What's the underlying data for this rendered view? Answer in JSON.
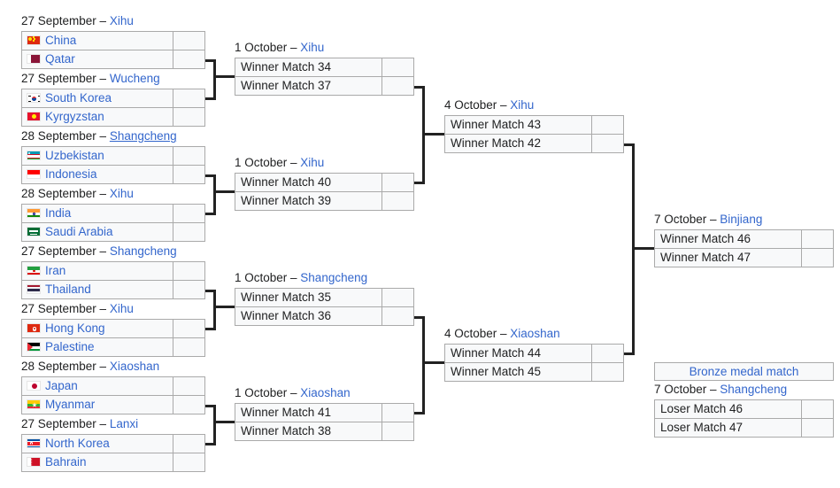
{
  "bracket": {
    "round1": [
      {
        "header": {
          "date": "27 September",
          "venue": "Xihu",
          "underline": false
        },
        "teams": [
          {
            "name": "China",
            "flag": "cn"
          },
          {
            "name": "Qatar",
            "flag": "qa"
          }
        ],
        "scores": [
          "",
          ""
        ]
      },
      {
        "header": {
          "date": "27 September",
          "venue": "Wucheng",
          "underline": false
        },
        "teams": [
          {
            "name": "South Korea",
            "flag": "kr"
          },
          {
            "name": "Kyrgyzstan",
            "flag": "kg"
          }
        ],
        "scores": [
          "",
          ""
        ]
      },
      {
        "header": {
          "date": "28 September",
          "venue": "Shangcheng",
          "underline": true
        },
        "teams": [
          {
            "name": "Uzbekistan",
            "flag": "uz"
          },
          {
            "name": "Indonesia",
            "flag": "id"
          }
        ],
        "scores": [
          "",
          ""
        ]
      },
      {
        "header": {
          "date": "28 September",
          "venue": "Xihu",
          "underline": false
        },
        "teams": [
          {
            "name": "India",
            "flag": "in"
          },
          {
            "name": "Saudi Arabia",
            "flag": "sa"
          }
        ],
        "scores": [
          "",
          ""
        ]
      },
      {
        "header": {
          "date": "27 September",
          "venue": "Shangcheng",
          "underline": false
        },
        "teams": [
          {
            "name": "Iran",
            "flag": "ir"
          },
          {
            "name": "Thailand",
            "flag": "th"
          }
        ],
        "scores": [
          "",
          ""
        ]
      },
      {
        "header": {
          "date": "27 September",
          "venue": "Xihu",
          "underline": false
        },
        "teams": [
          {
            "name": "Hong Kong",
            "flag": "hk"
          },
          {
            "name": "Palestine",
            "flag": "ps"
          }
        ],
        "scores": [
          "",
          ""
        ]
      },
      {
        "header": {
          "date": "28 September",
          "venue": "Xiaoshan",
          "underline": false
        },
        "teams": [
          {
            "name": "Japan",
            "flag": "jp"
          },
          {
            "name": "Myanmar",
            "flag": "mm"
          }
        ],
        "scores": [
          "",
          ""
        ]
      },
      {
        "header": {
          "date": "27 September",
          "venue": "Lanxi",
          "underline": false
        },
        "teams": [
          {
            "name": "North Korea",
            "flag": "kp"
          },
          {
            "name": "Bahrain",
            "flag": "bh"
          }
        ],
        "scores": [
          "",
          ""
        ]
      }
    ],
    "round2": [
      {
        "header": {
          "date": "1 October",
          "venue": "Xihu",
          "underline": false
        },
        "teams": [
          {
            "name": "Winner Match 34"
          },
          {
            "name": "Winner Match 37"
          }
        ],
        "scores": [
          "",
          ""
        ]
      },
      {
        "header": {
          "date": "1 October",
          "venue": "Xihu",
          "underline": false
        },
        "teams": [
          {
            "name": "Winner Match 40"
          },
          {
            "name": "Winner Match 39"
          }
        ],
        "scores": [
          "",
          ""
        ]
      },
      {
        "header": {
          "date": "1 October",
          "venue": "Shangcheng",
          "underline": false
        },
        "teams": [
          {
            "name": "Winner Match 35"
          },
          {
            "name": "Winner Match 36"
          }
        ],
        "scores": [
          "",
          ""
        ]
      },
      {
        "header": {
          "date": "1 October",
          "venue": "Xiaoshan",
          "underline": false
        },
        "teams": [
          {
            "name": "Winner Match 41"
          },
          {
            "name": "Winner Match 38"
          }
        ],
        "scores": [
          "",
          ""
        ]
      }
    ],
    "round3": [
      {
        "header": {
          "date": "4 October",
          "venue": "Xihu",
          "underline": false
        },
        "teams": [
          {
            "name": "Winner Match 43"
          },
          {
            "name": "Winner Match 42"
          }
        ],
        "scores": [
          "",
          ""
        ]
      },
      {
        "header": {
          "date": "4 October",
          "venue": "Xiaoshan",
          "underline": false
        },
        "teams": [
          {
            "name": "Winner Match 44"
          },
          {
            "name": "Winner Match 45"
          }
        ],
        "scores": [
          "",
          ""
        ]
      }
    ],
    "final": {
      "header": {
        "date": "7 October",
        "venue": "Binjiang",
        "underline": false
      },
      "teams": [
        {
          "name": "Winner Match 46"
        },
        {
          "name": "Winner Match 47"
        }
      ],
      "scores": [
        "",
        ""
      ]
    },
    "bronze": {
      "label": "Bronze medal match",
      "header": {
        "date": "7 October",
        "venue": "Shangcheng",
        "underline": false
      },
      "teams": [
        {
          "name": "Loser Match 46"
        },
        {
          "name": "Loser Match 47"
        }
      ],
      "scores": [
        "",
        ""
      ]
    }
  },
  "colors": {
    "link": "#3366cc",
    "text": "#202122",
    "box_bg": "#f8f9fa",
    "box_border": "#aaaaaa",
    "connector": "#222222"
  },
  "separator": "–"
}
